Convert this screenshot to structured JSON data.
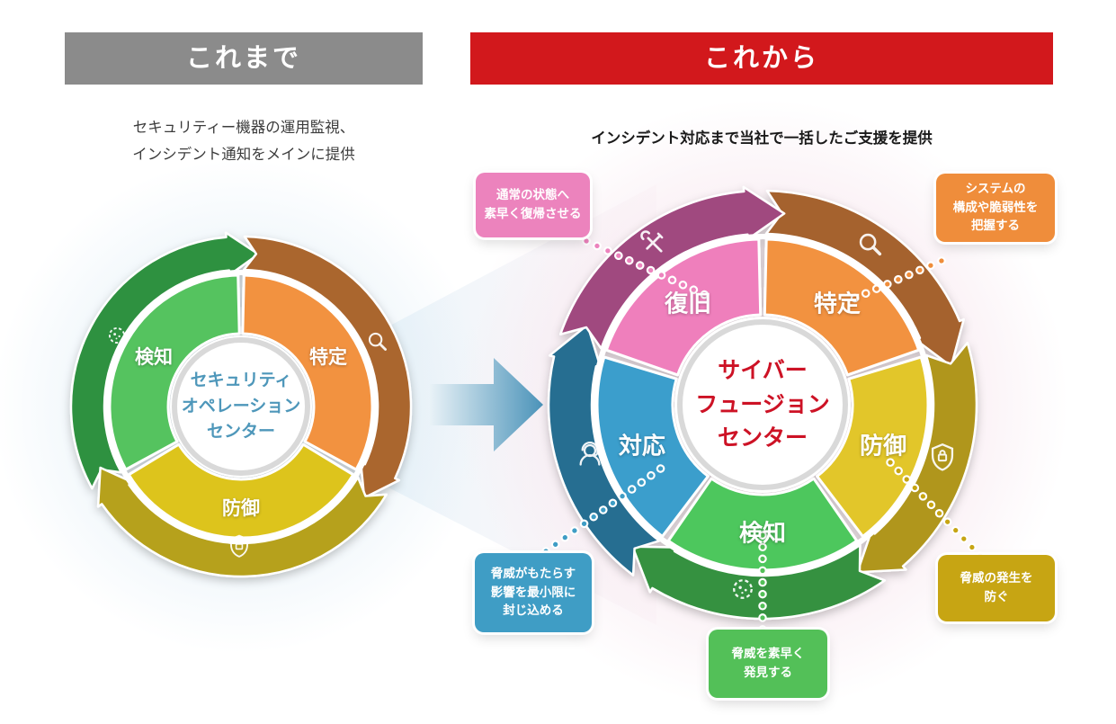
{
  "page_background": "#ffffff",
  "left_panel": {
    "header": {
      "label": "これまで",
      "bg_color": "#8b8b8b",
      "text_color": "#ffffff"
    },
    "subtitle_lines": [
      "セキュリティー機器の運用監視、",
      "インシデント通知をメインに提供"
    ],
    "wheel": {
      "center_lines": [
        "セキュリティ",
        "オペレーション",
        "センター"
      ],
      "center_text_color": "#4e97ba",
      "segments": [
        {
          "label": "検知",
          "color": "#55c35f",
          "arrow_color": "#2f9140",
          "icon": "virus-icon"
        },
        {
          "label": "特定",
          "color": "#f2923f",
          "arrow_color": "#aa662f",
          "icon": "magnifier-icon"
        },
        {
          "label": "防御",
          "color": "#ddc41e",
          "arrow_color": "#b6a11b",
          "icon": "shield-lock-icon"
        }
      ]
    }
  },
  "transition": {
    "arrow_from": "#e9f2f7",
    "arrow_to": "#4b93b9",
    "left_glow": "#d9eaf5",
    "right_glow": "#f6e3ec"
  },
  "right_panel": {
    "header": {
      "label": "これから",
      "bg_color": "#d2181c",
      "text_color": "#ffffff"
    },
    "subtitle": "インシデント対応まで当社で一括したご支援を提供",
    "wheel": {
      "center_lines": [
        "サイバー",
        "フュージョン",
        "センター"
      ],
      "center_text_color": "#cd1225",
      "segments": [
        {
          "label": "特定",
          "color": "#f2923f",
          "arrow_color": "#a5622f",
          "icon": "magnifier-icon"
        },
        {
          "label": "防御",
          "color": "#e2c62c",
          "arrow_color": "#b0961b",
          "icon": "shield-lock-icon"
        },
        {
          "label": "検知",
          "color": "#4ec75d",
          "arrow_color": "#35913f",
          "icon": "virus-icon"
        },
        {
          "label": "対応",
          "color": "#3b9ecc",
          "arrow_color": "#276e91",
          "icon": "headset-icon"
        },
        {
          "label": "復旧",
          "color": "#ef7fbc",
          "arrow_color": "#a0487f",
          "icon": "tools-icon"
        }
      ]
    },
    "callouts": [
      {
        "id": "recover",
        "color": "#ec83bd",
        "lines": [
          "通常の状態へ",
          "素早く復帰させる"
        ]
      },
      {
        "id": "identify",
        "color": "#ef8d3b",
        "lines": [
          "システムの",
          "構成や脆弱性を",
          "把握する"
        ]
      },
      {
        "id": "protect",
        "color": "#c7a513",
        "lines": [
          "脅威の発生を",
          "防ぐ"
        ]
      },
      {
        "id": "detect",
        "color": "#53c058",
        "lines": [
          "脅威を素早く",
          "発見する"
        ]
      },
      {
        "id": "respond",
        "color": "#3f9dc5",
        "lines": [
          "脅威がもたらす",
          "影響を最小限に",
          "封じ込める"
        ]
      }
    ]
  }
}
